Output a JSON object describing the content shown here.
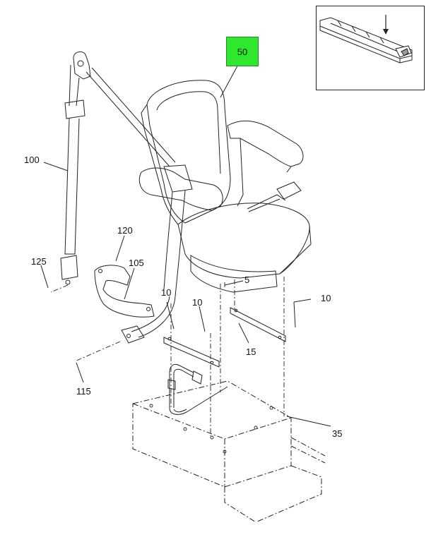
{
  "colors": {
    "highlight": "#2ee82e",
    "line": "#222222"
  },
  "callouts": {
    "c50": "50",
    "c100": "100",
    "c120": "120",
    "c105": "105",
    "c125": "125",
    "c10a": "10",
    "c10b": "10",
    "c10c": "10",
    "c5": "5",
    "c15": "15",
    "c115": "115",
    "c35": "35"
  }
}
